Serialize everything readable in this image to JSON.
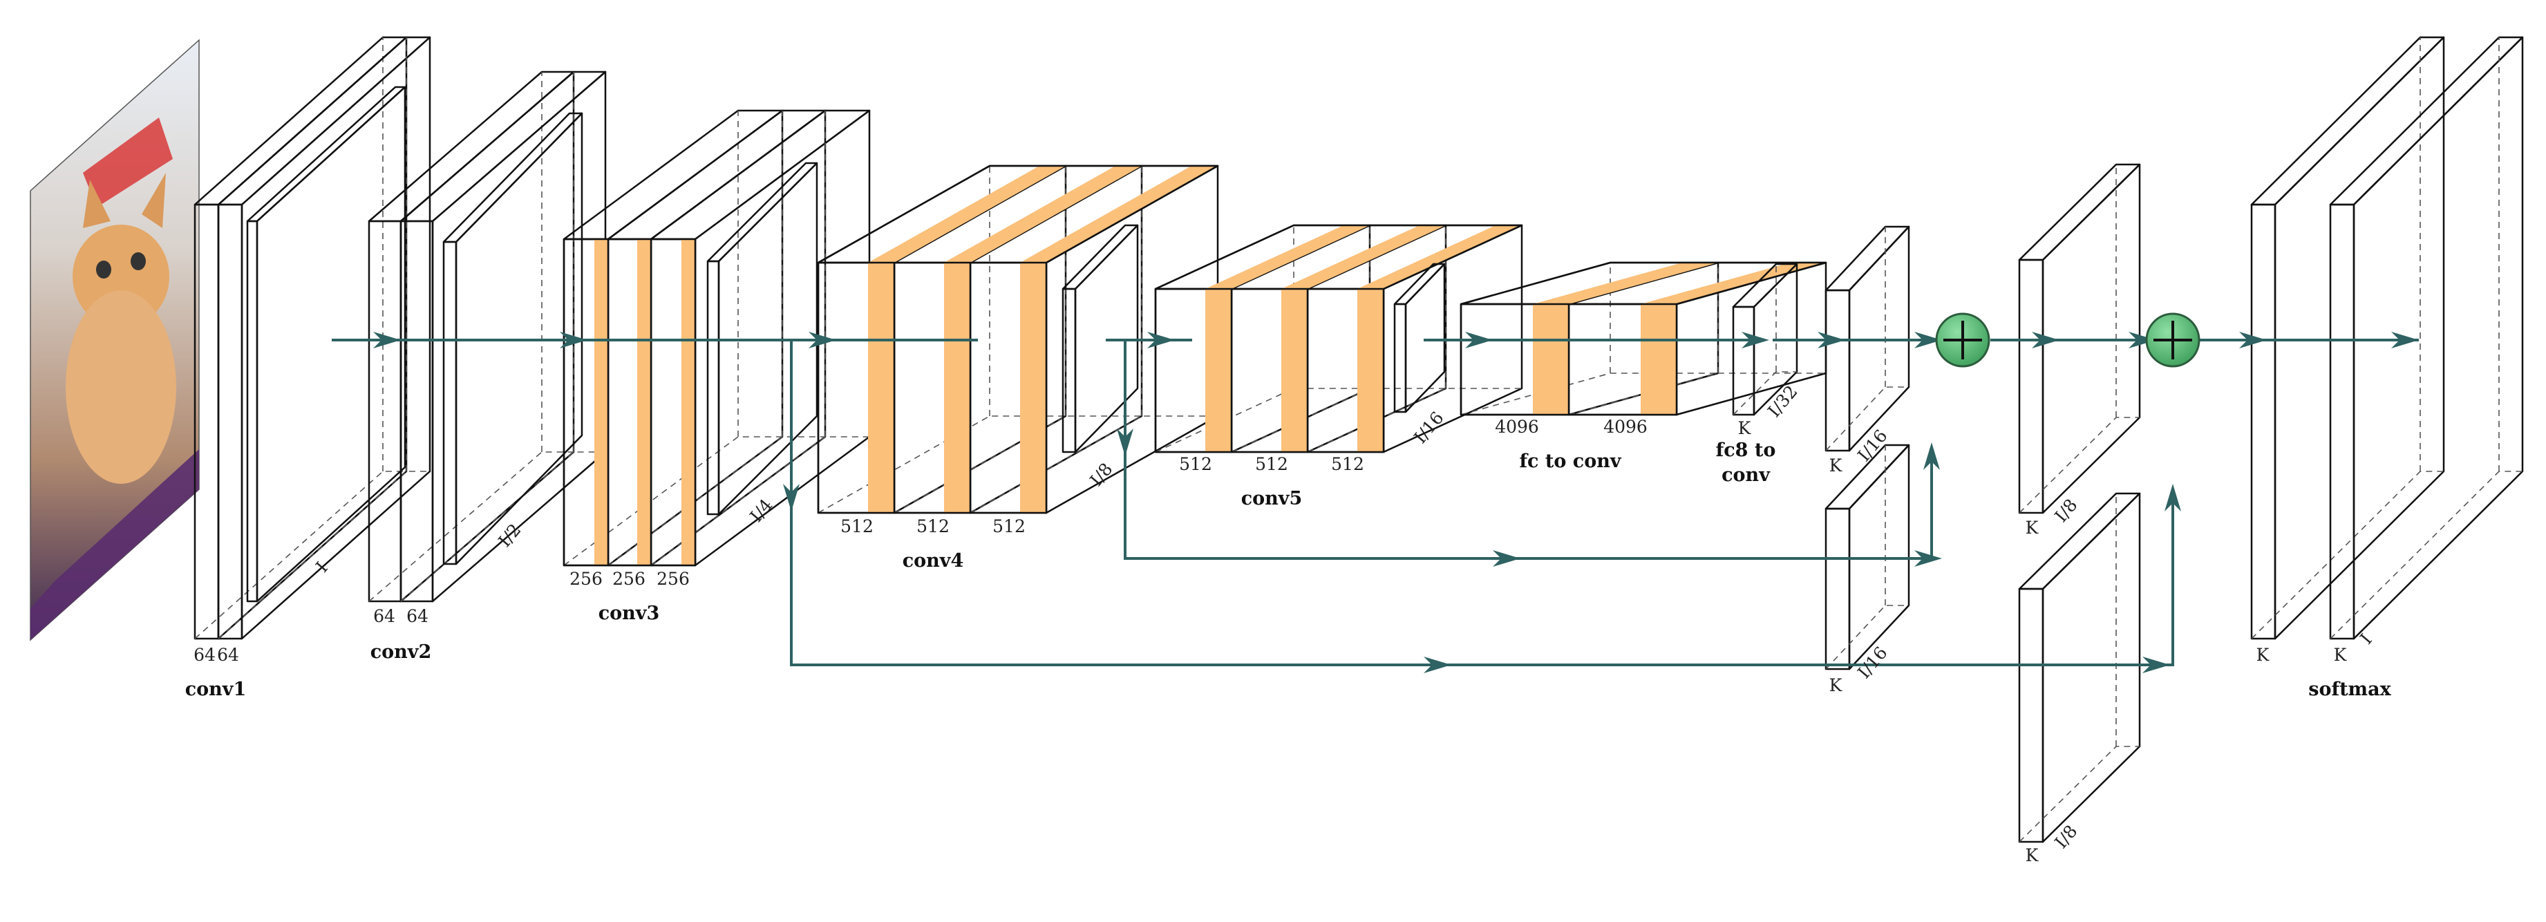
{
  "colors": {
    "conv_light": "#fde7bf",
    "conv_band": "#fbc07a",
    "pool": "#e0633c",
    "score": "#bfd4ea",
    "softmax": "#b989bf",
    "flow": "#2f6262",
    "sum_node": "#5dbf7a"
  },
  "icons": {
    "input": "kitten-photo-icon",
    "sum": "plus-circle-icon",
    "arrow": "arrowhead-icon"
  },
  "labels": {
    "conv1": {
      "name": "conv1",
      "ch1": "64",
      "ch2": "64",
      "scale": "I"
    },
    "conv2": {
      "name": "conv2",
      "ch1": "64",
      "ch2": "64",
      "scale": "I/2"
    },
    "conv3": {
      "name": "conv3",
      "ch1": "256",
      "ch2": "256",
      "ch3": "256",
      "scale": "I/4"
    },
    "conv4": {
      "name": "conv4",
      "ch1": "512",
      "ch2": "512",
      "ch3": "512",
      "scale": "I/8"
    },
    "conv5": {
      "name": "conv5",
      "ch1": "512",
      "ch2": "512",
      "ch3": "512",
      "scale": "I/16"
    },
    "fc": {
      "name": "fc to conv",
      "ch1": "4096",
      "ch2": "4096"
    },
    "fc8": {
      "name1": "fc8 to",
      "name2": "conv",
      "ch": "K",
      "scale": "I/32"
    },
    "score16": {
      "ch": "K",
      "scale": "I/16"
    },
    "pool4score": {
      "ch": "K",
      "scale": "I/16"
    },
    "score8": {
      "ch": "K",
      "scale": "I/8"
    },
    "pool3score": {
      "ch": "K",
      "scale": "I/8"
    },
    "softmax": {
      "name": "softmax",
      "ch1": "K",
      "ch2": "K",
      "scale": "I"
    }
  }
}
